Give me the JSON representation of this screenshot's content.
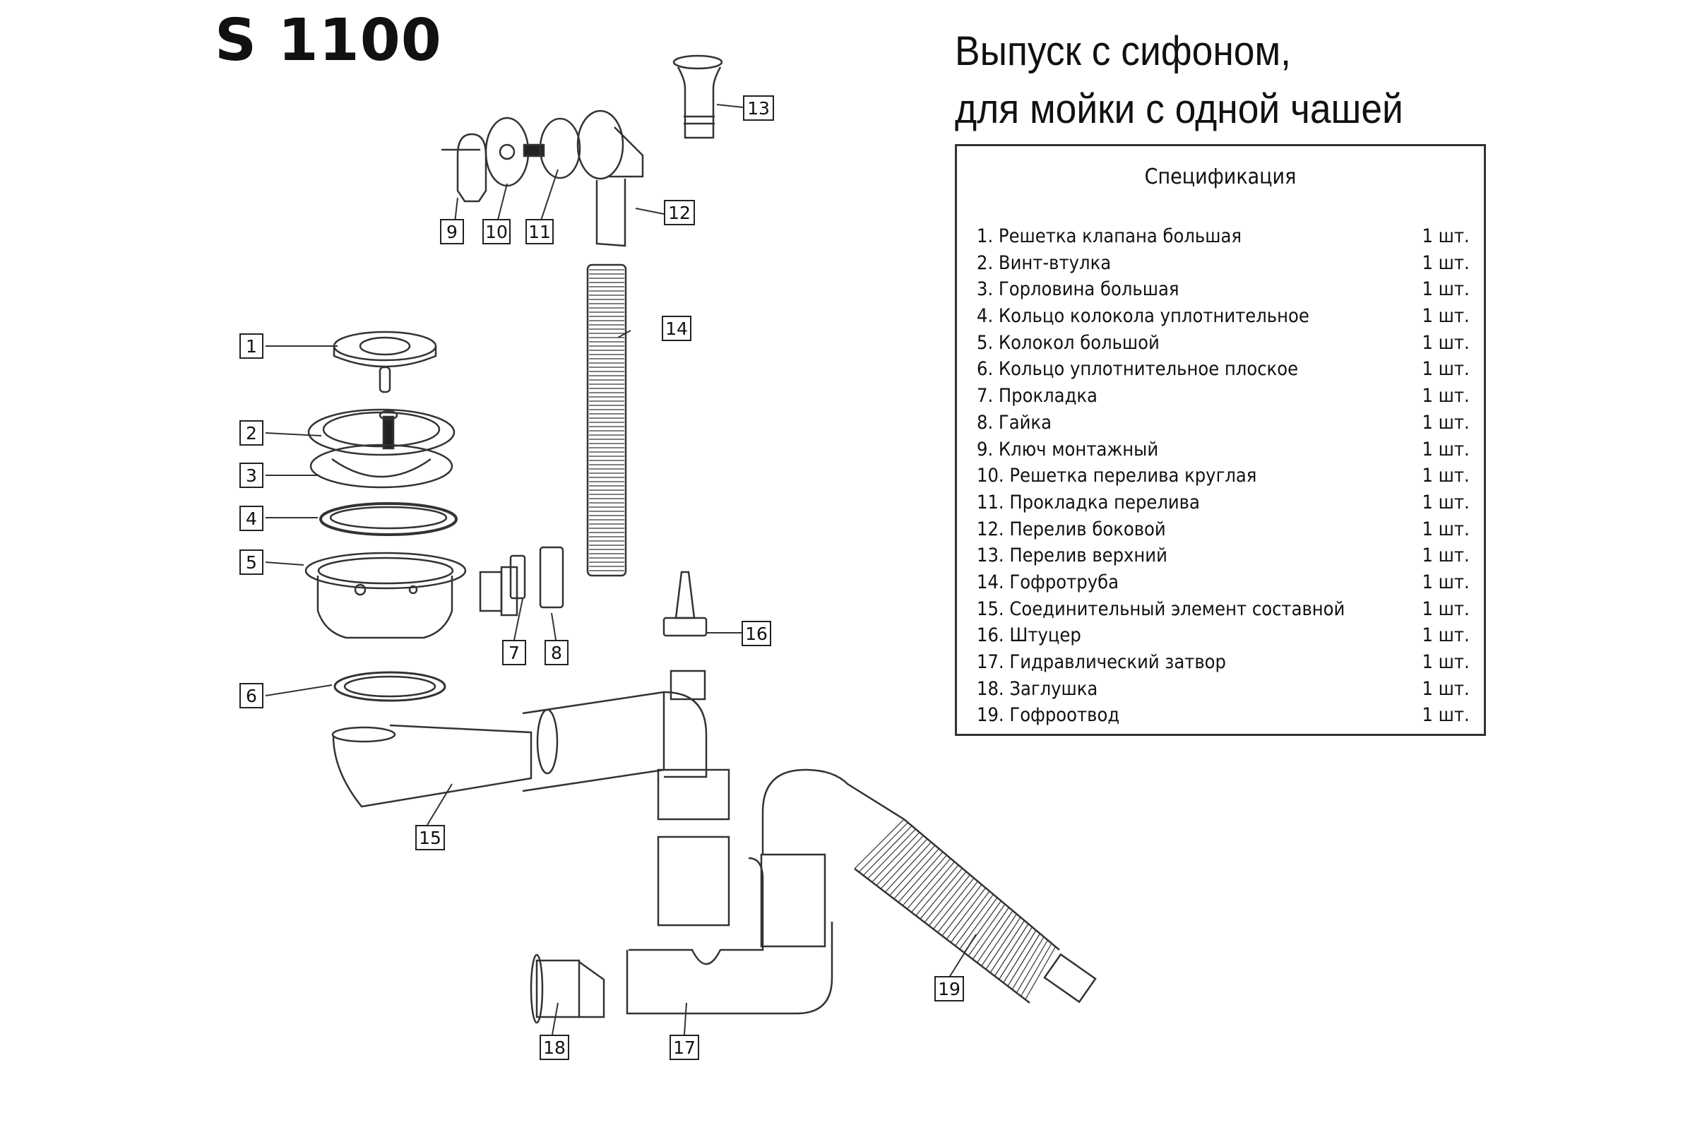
{
  "header": {
    "model": "S 1100",
    "title_line1": "Выпуск с сифоном,",
    "title_line2": "для мойки с одной чашей"
  },
  "specification": {
    "title": "Спецификация",
    "items": [
      {
        "name": "1. Решетка клапана большая",
        "qty": "1 шт."
      },
      {
        "name": "2. Винт-втулка",
        "qty": "1 шт."
      },
      {
        "name": "3. Горловина большая",
        "qty": "1 шт."
      },
      {
        "name": "4. Кольцо колокола уплотнительное",
        "qty": "1 шт."
      },
      {
        "name": "5. Колокол большой",
        "qty": "1 шт."
      },
      {
        "name": "6. Кольцо уплотнительное плоское",
        "qty": "1 шт."
      },
      {
        "name": "7. Прокладка",
        "qty": "1 шт."
      },
      {
        "name": "8. Гайка",
        "qty": "1 шт."
      },
      {
        "name": "9. Ключ монтажный",
        "qty": "1 шт."
      },
      {
        "name": "10. Решетка перелива круглая",
        "qty": "1 шт."
      },
      {
        "name": "11. Прокладка перелива",
        "qty": "1 шт."
      },
      {
        "name": "12. Перелив боковой",
        "qty": "1 шт."
      },
      {
        "name": "13. Перелив верхний",
        "qty": "1 шт."
      },
      {
        "name": "14. Гофротруба",
        "qty": "1 шт."
      },
      {
        "name": "15. Соединительный элемент составной",
        "qty": "1 шт."
      },
      {
        "name": "16. Штуцер",
        "qty": "1 шт."
      },
      {
        "name": "17. Гидравлический затвор",
        "qty": "1 шт."
      },
      {
        "name": "18. Заглушка",
        "qty": "1 шт."
      },
      {
        "name": "19. Гофроотвод",
        "qty": "1 шт."
      }
    ]
  },
  "callouts": [
    "1",
    "2",
    "3",
    "4",
    "5",
    "6",
    "7",
    "8",
    "9",
    "10",
    "11",
    "12",
    "13",
    "14",
    "15",
    "16",
    "17",
    "18",
    "19"
  ]
}
